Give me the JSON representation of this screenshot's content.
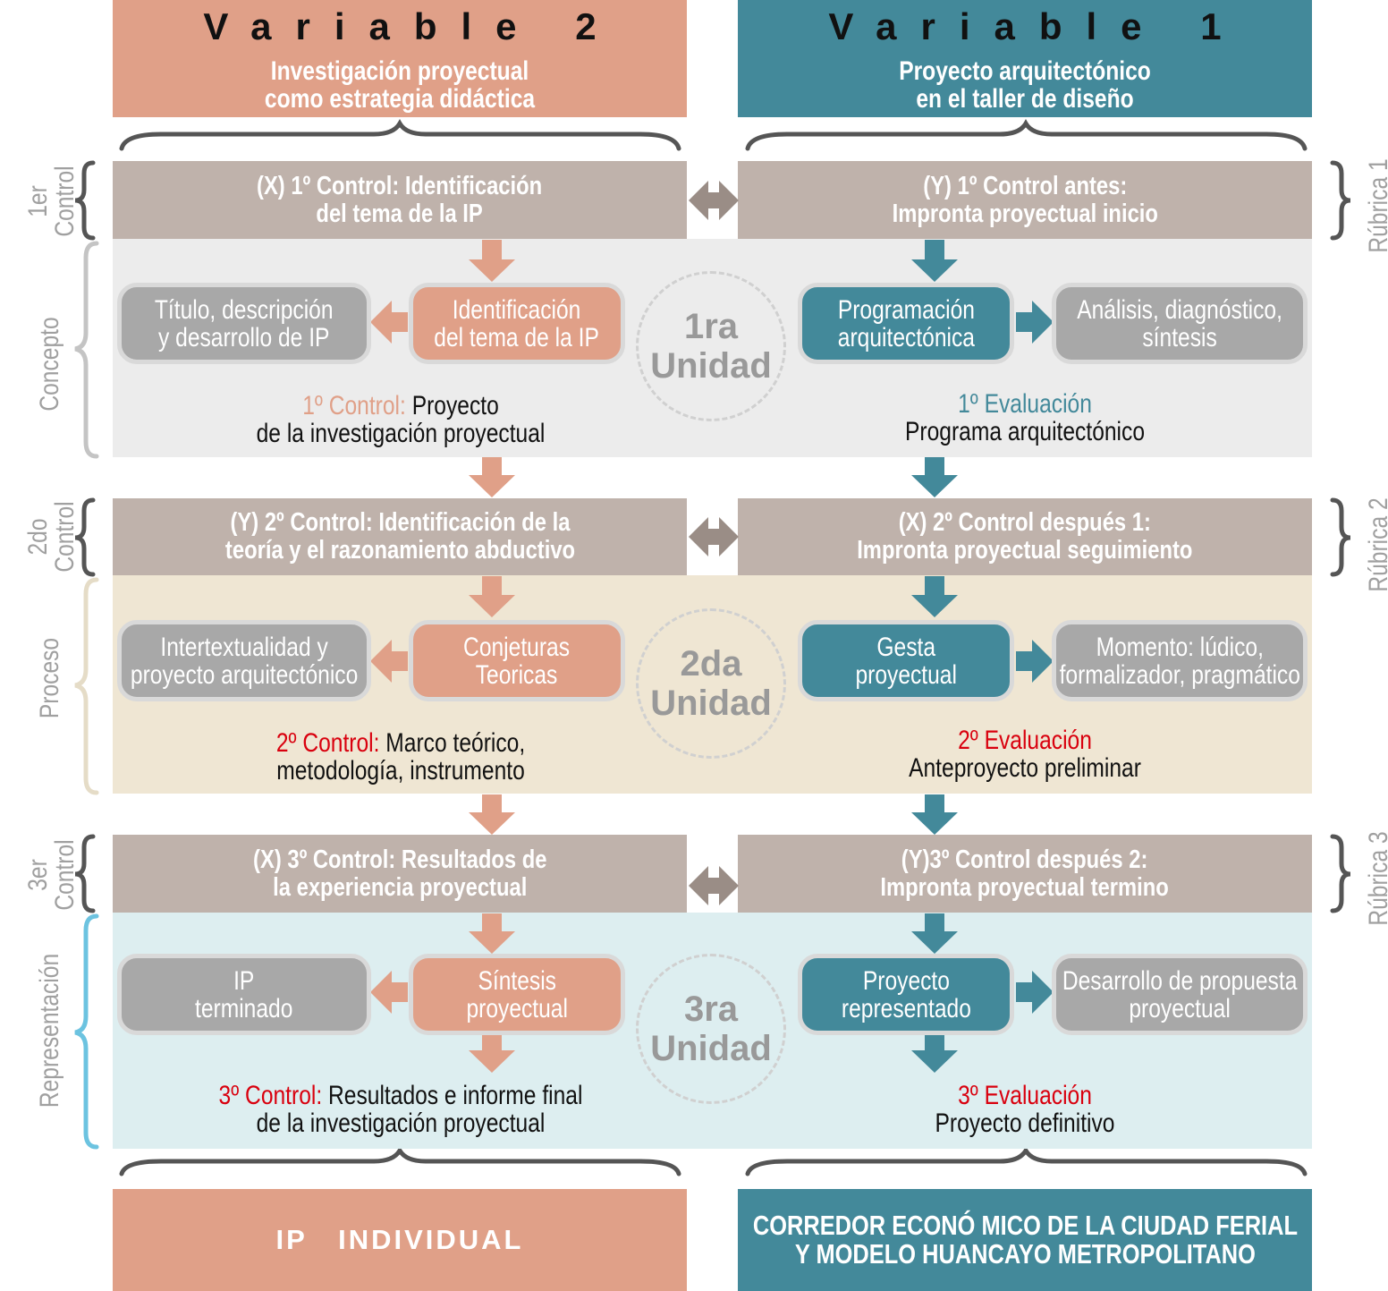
{
  "colors": {
    "salmon": "#e0a088",
    "teal": "#43899a",
    "control_gray": "#bfb2ab",
    "node_gray": "#a8a8a8",
    "red": "#d9000e",
    "band1": "#ececec",
    "band2": "#efe6d3",
    "band3": "#ddeef0"
  },
  "left_header": {
    "title": "Variable 2",
    "subtitle_1": "Investigación proyectual",
    "subtitle_2": "como estrategia didáctica"
  },
  "right_header": {
    "title": "Variable 1",
    "subtitle_1": "Proyecto arquitectónico",
    "subtitle_2": "en el taller de diseño"
  },
  "side_labels": {
    "control_1": [
      "1er",
      "Control"
    ],
    "control_2": [
      "2do",
      "Control"
    ],
    "control_3": [
      "3er",
      "Control"
    ],
    "phase_1": "Concepto",
    "phase_2": "Proceso",
    "phase_3": "Representación",
    "rubric_1": "Rúbrica 1",
    "rubric_2": "Rúbrica 2",
    "rubric_3": "Rúbrica 3"
  },
  "sections": [
    {
      "left_control": [
        "(X) 1º Control: Identificación",
        "del tema de la IP"
      ],
      "right_control": [
        "(Y) 1º Control antes:",
        "Impronta proyectual inicio"
      ],
      "left_out": [
        "Título, descripción",
        "y desarrollo de IP"
      ],
      "left_main": [
        "Identificación",
        "del tema de la IP"
      ],
      "unit": [
        "1ra",
        "Unidad"
      ],
      "right_main": [
        "Programación",
        "arquitectónica"
      ],
      "right_out": [
        "Análisis, diagnóstico,",
        "síntesis"
      ],
      "left_caption_label": "1º Control:",
      "left_caption_rest": " Proyecto",
      "left_caption_line2": "de la investigación proyectual",
      "right_caption_label": "1º Evaluación",
      "right_caption_line2": "Programa arquitectónico"
    },
    {
      "left_control": [
        "(Y) 2º Control: Identificación de la",
        "teoría y el razonamiento abductivo"
      ],
      "right_control": [
        "(X) 2º Control después 1:",
        "Impronta proyectual seguimiento"
      ],
      "left_out": [
        "Intertextualidad y",
        "proyecto arquitectónico"
      ],
      "left_main": [
        "Conjeturas",
        "Teoricas"
      ],
      "unit": [
        "2da",
        "Unidad"
      ],
      "right_main": [
        "Gesta",
        "proyectual"
      ],
      "right_out": [
        "Momento: lúdico,",
        "formalizador, pragmático"
      ],
      "left_caption_label": "2º Control:",
      "left_caption_rest": " Marco teórico,",
      "left_caption_line2": "metodología, instrumento",
      "right_caption_label": "2º Evaluación",
      "right_caption_line2": "Anteproyecto preliminar"
    },
    {
      "left_control": [
        "(X) 3º Control: Resultados de",
        "la experiencia proyectual"
      ],
      "right_control": [
        "(Y)3º Control después 2:",
        "Impronta proyectual termino"
      ],
      "left_out": [
        "IP",
        "terminado"
      ],
      "left_main": [
        "Síntesis",
        "proyectual"
      ],
      "unit": [
        "3ra",
        "Unidad"
      ],
      "right_main": [
        "Proyecto",
        "representado"
      ],
      "right_out": [
        "Desarrollo de propuesta",
        "proyectual"
      ],
      "left_caption_label": "3º Control:",
      "left_caption_rest": " Resultados e informe final",
      "left_caption_line2": "de la investigación proyectual",
      "right_caption_label": "3º Evaluación",
      "right_caption_line2": "Proyecto definitivo"
    }
  ],
  "footer": {
    "left": "IP   INDIVIDUAL",
    "right_1": "CORREDOR ECONÓ MICO DE LA CIUDAD FERIAL",
    "right_2": "Y MODELO HUANCAYO METROPOLITANO"
  }
}
